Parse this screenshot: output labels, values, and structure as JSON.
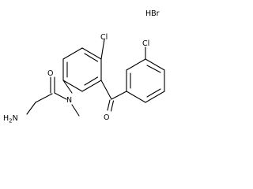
{
  "molecule": {
    "salt_label": "HBr",
    "atoms": {
      "chlorine_ring_a": "Cl",
      "chlorine_ring_b": "Cl",
      "amide_nitrogen": "N",
      "amide_oxygen": "O",
      "ketone_oxygen": "O",
      "amine_element": "H",
      "amine_subscript": "2",
      "amine_tail": "N"
    }
  }
}
